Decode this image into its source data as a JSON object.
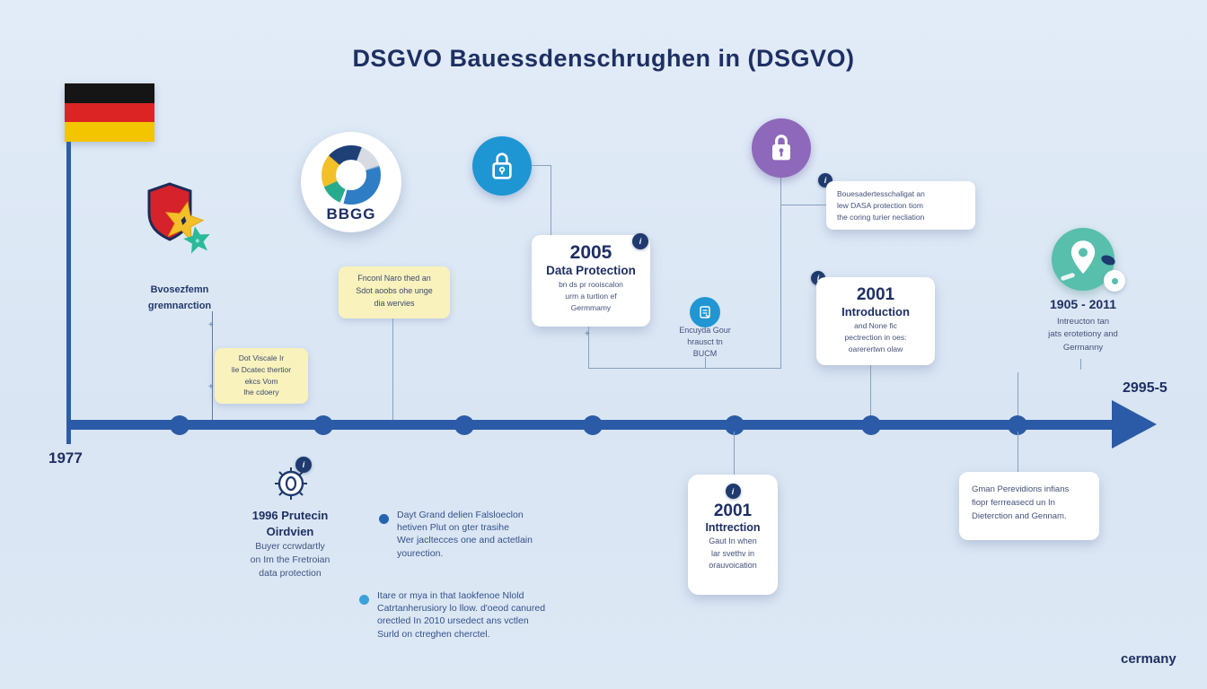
{
  "title": "DSGVO Bauessdenschrughen in (DSGVO)",
  "labels": {
    "start": "1977",
    "end": "2995-5",
    "footer": "cermany"
  },
  "badge_glyph": "i",
  "shield": {
    "label": "Bvosezfemn\ngremnarction"
  },
  "notes": {
    "note1": "Dot Viscale Ir\nlie Dcatec thertior\nekcs Vom\nlhe cdoery",
    "note2": "Fnconl Naro thed an\nSdot aoobs ohe unge\ndia wervies"
  },
  "bbgg": {
    "label": "BBGG"
  },
  "cards": {
    "c2005": {
      "year": "2005",
      "heading": "Data Protection",
      "body": "bn ds pr rooiscalon\nurm a turtion ef\nGermmamy"
    },
    "topright": {
      "text": "Bouesadertesschaligat an\nlew DASA protection tiom\nthe coring turier necliation"
    },
    "intro": {
      "year": "2001",
      "heading": "Introduction",
      "body": "and None fic\npectrection in oes:\noarerertwn olaw"
    },
    "b2001": {
      "year": "2001",
      "heading": "Inttrection",
      "body": "Gaut In when\nlar svethv in\norauvoication"
    },
    "bottomright": {
      "text": "Gman Perevidions infians\nfiopr ferrreasecd un In\nDieterction and Gennam."
    }
  },
  "bucm": {
    "text": "Encuyda Gour\nhrausct tn\nBUCM"
  },
  "pin": {
    "years": "1905 - 2011",
    "body": "Intreucton tan\njats erotetiony and\nGermanny"
  },
  "e1996": {
    "heading": "1996 Prutecin\nOirdvien",
    "body": "Buyer ccrwdartly\non Im the Fretroian\ndata protection"
  },
  "bullets": {
    "b1": "Dayt Grand delien Falsloeclon\nhetiven Plut on gter trasihe\nWer jacltecces one and actetlain\nyourection.",
    "b2": "Itare or mya in that Iaokfenoe Nlold\nCatrtanherusiory lo llow. d'oeod canured\norectled In 2010 ursedect ans vctlen\nSurld on ctreghen cherctel."
  },
  "colors": {
    "background": "#dce8f5",
    "navy": "#1e2f63",
    "timeline": "#2b5ba6",
    "yellow_note": "#f9f2bd",
    "lock_blue": "#1d96d3",
    "lock_purple": "#8e68bb",
    "pin_teal": "#57bfab",
    "flag_black": "#151515",
    "flag_red": "#dd2424",
    "flag_gold": "#f2c500",
    "shield_red": "#d6222b",
    "star_yellow": "#f3c02a",
    "star_teal": "#2db89a"
  }
}
